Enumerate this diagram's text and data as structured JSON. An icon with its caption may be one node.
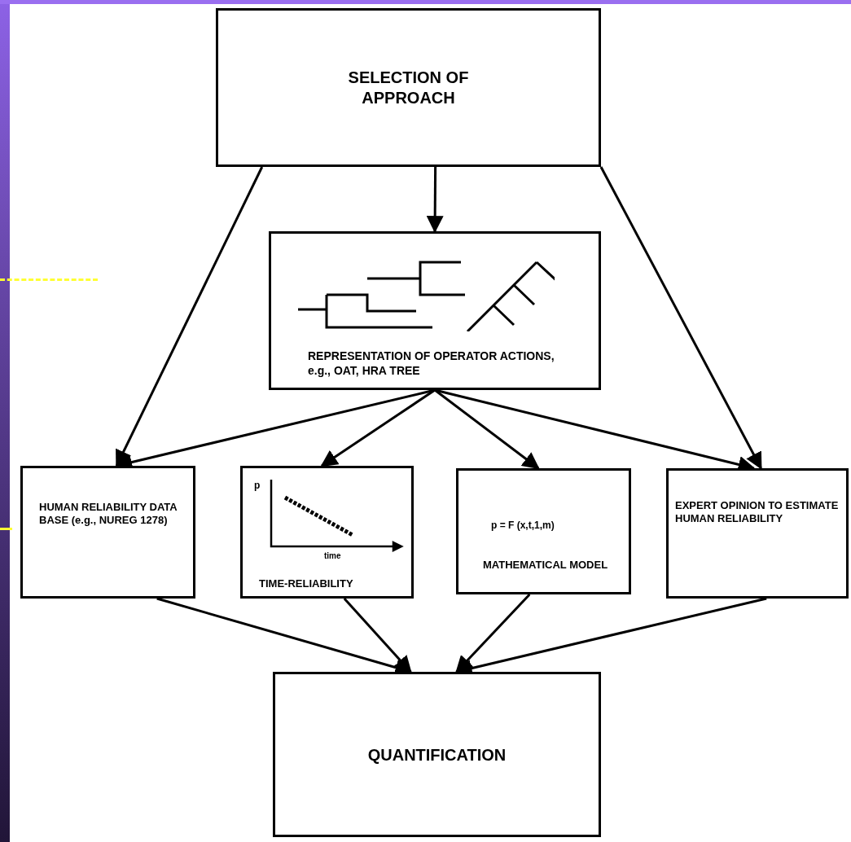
{
  "diagram": {
    "nodes": [
      {
        "text": [
          "SELECTION OF APPROACH"
        ]
      },
      {
        "text": [
          "REPRESENTATION OF OPERATOR ACTIONS, e.g., OAT, HRA TREE"
        ]
      },
      {
        "text": [
          "HUMAN RELIABILITY DATA BASE (e.g., NUREG 1278)"
        ]
      },
      {
        "text": [
          "p",
          "time",
          "TIME-RELIABILITY"
        ]
      },
      {
        "text": [
          "p = F (x,t,1,m)",
          "MATHEMATICAL MODEL"
        ]
      },
      {
        "text": [
          "EXPERT OPINION TO ESTIMATE HUMAN RELIABILITY"
        ]
      },
      {
        "text": [
          "QUANTIFICATION"
        ]
      }
    ],
    "edges": [
      {
        "from": 0,
        "to": 1,
        "arrow": "to"
      },
      {
        "from": 0,
        "to": 2,
        "arrow": "to"
      },
      {
        "from": 0,
        "to": 5,
        "arrow": "to"
      },
      {
        "from": 1,
        "to": 2,
        "arrow": "to"
      },
      {
        "from": 1,
        "to": 3,
        "arrow": "to"
      },
      {
        "from": 1,
        "to": 4,
        "arrow": "to"
      },
      {
        "from": 1,
        "to": 5,
        "arrow": "to"
      },
      {
        "from": 2,
        "to": 6,
        "arrow": "to"
      },
      {
        "from": 3,
        "to": 6,
        "arrow": "to"
      },
      {
        "from": 4,
        "to": 6,
        "arrow": "to"
      },
      {
        "from": 5,
        "to": 6,
        "arrow": "to"
      }
    ]
  }
}
